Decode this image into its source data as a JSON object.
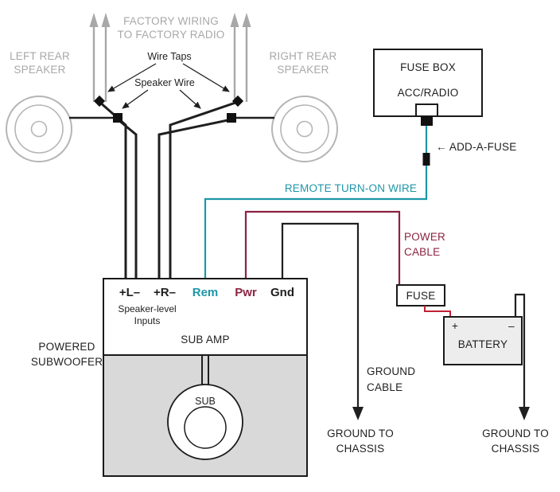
{
  "title": "Powered subwoofer amplifier wiring diagram",
  "colors": {
    "wire_black": "#1f1f1f",
    "wire_teal": "#1d96a8",
    "wire_maroon": "#8c2342",
    "wire_red": "#c22034",
    "label_gray": "#a8a8a8",
    "speaker_gray": "#b5b5b5",
    "enclosure_gray": "#d9d9d9"
  },
  "speakers": {
    "left": [
      "LEFT REAR",
      "SPEAKER"
    ],
    "right": [
      "RIGHT REAR",
      "SPEAKER"
    ]
  },
  "factory": {
    "wiring": [
      "FACTORY WIRING",
      "TO FACTORY RADIO"
    ],
    "wire_taps": "Wire Taps",
    "speaker_wire": "Speaker Wire"
  },
  "fuse_box": {
    "title": "FUSE BOX",
    "circuit": "ACC/RADIO",
    "add_a_fuse": "← ADD-A-FUSE"
  },
  "wires": {
    "remote": "REMOTE TURN-ON WIRE",
    "power": [
      "POWER",
      "CABLE"
    ],
    "ground": [
      "GROUND",
      "CABLE"
    ]
  },
  "amp": {
    "terminals": {
      "l": "+L–",
      "r": "+R–",
      "rem": "Rem",
      "pwr": "Pwr",
      "gnd": "Gnd"
    },
    "inputs": [
      "Speaker-level",
      "Inputs"
    ],
    "name": "SUB AMP",
    "sub": "SUB",
    "powered": [
      "POWERED",
      "SUBWOOFER"
    ]
  },
  "power": {
    "fuse": "FUSE",
    "battery": "BATTERY",
    "plus": "+",
    "minus": "–"
  },
  "grounds": {
    "left": [
      "GROUND TO",
      "CHASSIS"
    ],
    "right": [
      "GROUND TO",
      "CHASSIS"
    ]
  }
}
